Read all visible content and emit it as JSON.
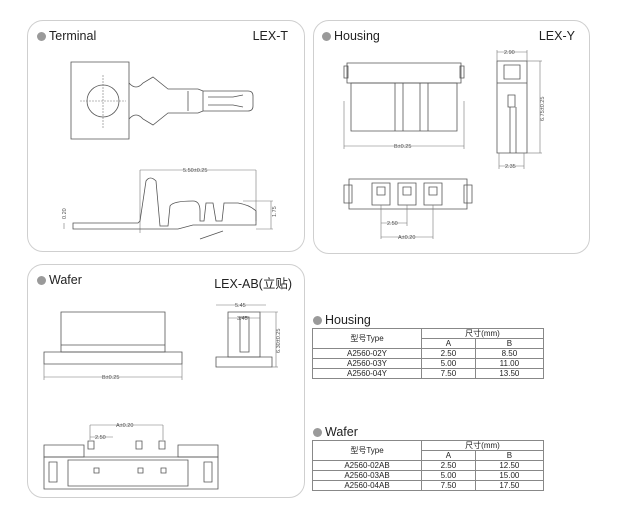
{
  "panels": {
    "terminal": {
      "title": "Terminal",
      "model": "LEX-T",
      "dims": {
        "length": "5.50±0.25",
        "height": "1.75",
        "thickness": "0.20"
      }
    },
    "housing": {
      "title": "Housing",
      "model": "LEX-Y",
      "dims": {
        "width_top": "2.90",
        "height": "6.75±0.25",
        "width_bottom": "2.35",
        "length": "B±0.25",
        "pitch": "2.50",
        "span": "A±0.20"
      }
    },
    "wafer": {
      "title": "Wafer",
      "model": "LEX-AB(立贴)",
      "dims": {
        "outer": "5.45",
        "inner": "3.45",
        "height": "6.30±0.25",
        "length": "B±0.25",
        "span": "A±0.20",
        "pitch": "2.50"
      }
    }
  },
  "tables": {
    "housing": {
      "title": "Housing",
      "header_type": "型号Type",
      "header_dims": "尺寸(mm)",
      "col_a": "A",
      "col_b": "B",
      "rows": [
        {
          "type": "A2560-02Y",
          "a": "2.50",
          "b": "8.50"
        },
        {
          "type": "A2560-03Y",
          "a": "5.00",
          "b": "11.00"
        },
        {
          "type": "A2560-04Y",
          "a": "7.50",
          "b": "13.50"
        }
      ]
    },
    "wafer": {
      "title": "Wafer",
      "header_type": "型号Type",
      "header_dims": "尺寸(mm)",
      "col_a": "A",
      "col_b": "B",
      "rows": [
        {
          "type": "A2560-02AB",
          "a": "2.50",
          "b": "12.50"
        },
        {
          "type": "A2560-03AB",
          "a": "5.00",
          "b": "15.00"
        },
        {
          "type": "A2560-04AB",
          "a": "7.50",
          "b": "17.50"
        }
      ]
    }
  }
}
